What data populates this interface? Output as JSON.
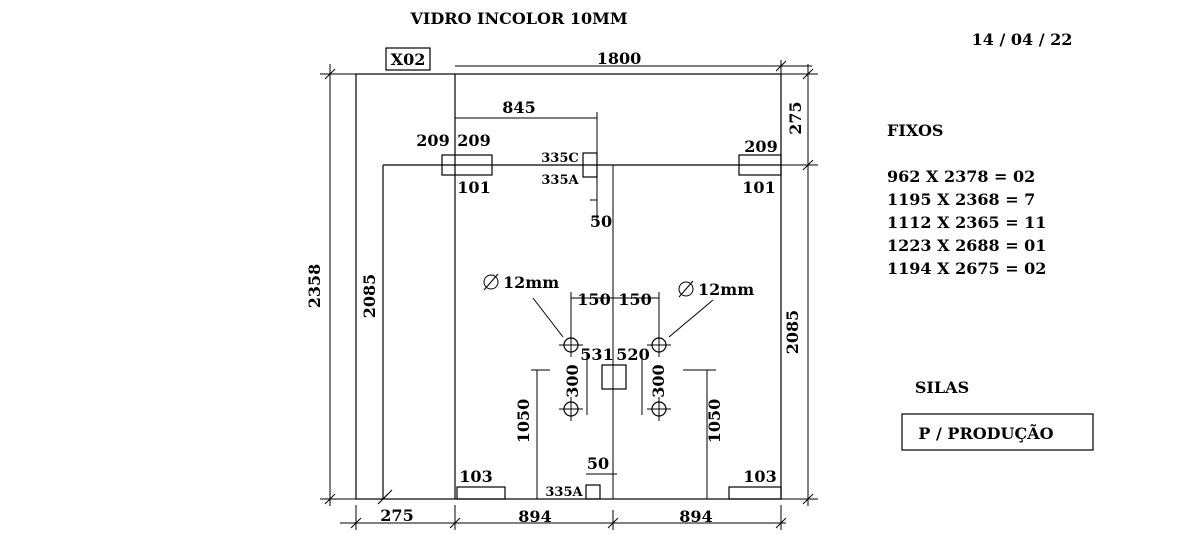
{
  "header": {
    "title": "VIDRO INCOLOR 10MM",
    "date": "14 / 04 / 22",
    "panel_tag": "X02"
  },
  "dimensions": {
    "top_width": "1800",
    "left_height": "2358",
    "inner_left_height": "2085",
    "right_height": "2085",
    "right_top": "275",
    "bottom_left": "275",
    "bottom_mid_left": "894",
    "bottom_mid_right": "894",
    "offset_845": "845",
    "hinge_left_outer": "209",
    "hinge_left_inner": "209",
    "hinge_left_below": "101",
    "hinge_right_above": "209",
    "hinge_right_below": "101",
    "top_fitting_upper": "335C",
    "top_fitting_lower": "335A",
    "top_drop": "50",
    "hole_diam_left": "12mm",
    "hole_diam_right": "12mm",
    "hole_gap_left": "150",
    "hole_gap_right": "150",
    "center_left": "531",
    "center_right": "520",
    "hole_vertical_left": "300",
    "hole_vertical_right": "300",
    "handle_height_left": "1050",
    "handle_height_right": "1050",
    "bottom_fitting_gap": "50",
    "bottom_fitting": "335A",
    "bottom_left_block": "103",
    "bottom_right_block": "103"
  },
  "fixos": {
    "heading": "FIXOS",
    "items": [
      "962 X 2378 = 02",
      "1195 X 2368 = 7",
      "1112 X 2365 = 11",
      "1223 X 2688 = 01",
      "1194 X 2675 = 02"
    ]
  },
  "client": {
    "name": "SILAS",
    "stamp": "P / PRODUÇÃO"
  }
}
